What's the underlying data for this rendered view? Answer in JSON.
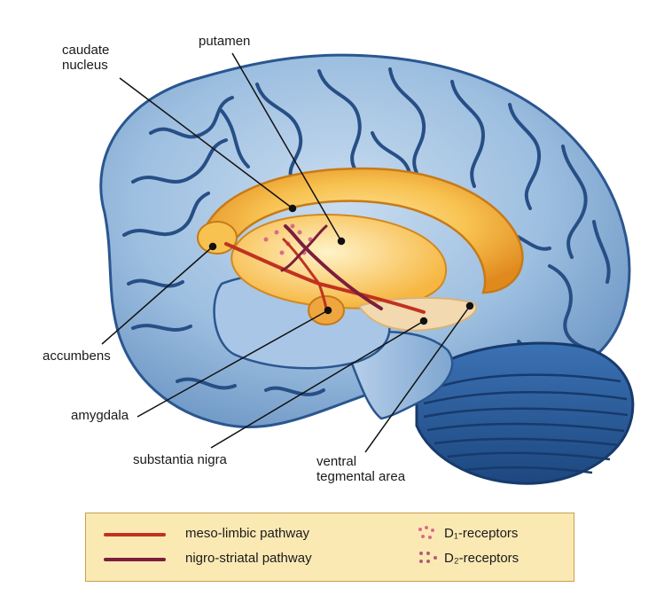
{
  "labels": {
    "caudate_nucleus": "caudate\nnucleus",
    "putamen": "putamen",
    "accumbens": "accumbens",
    "amygdala": "amygdala",
    "substantia_nigra": "substantia nigra",
    "ventral_tegmental_area": "ventral\ntegmental area"
  },
  "legend": {
    "pathway_1": "meso-limbic pathway",
    "pathway_2": "nigro-striatal pathway",
    "receptor_1": "D₁-receptors",
    "receptor_2": "D₂-receptors"
  },
  "colors": {
    "cortex": "#8fb4d8",
    "gyri_lines": "#274f86",
    "cerebellum": "#2f62a3",
    "striatum": "#f6b640",
    "mesolimbic": "#c0321f",
    "nigrostriatal": "#7b1e3d",
    "legend_bg": "#fbe9b4"
  }
}
